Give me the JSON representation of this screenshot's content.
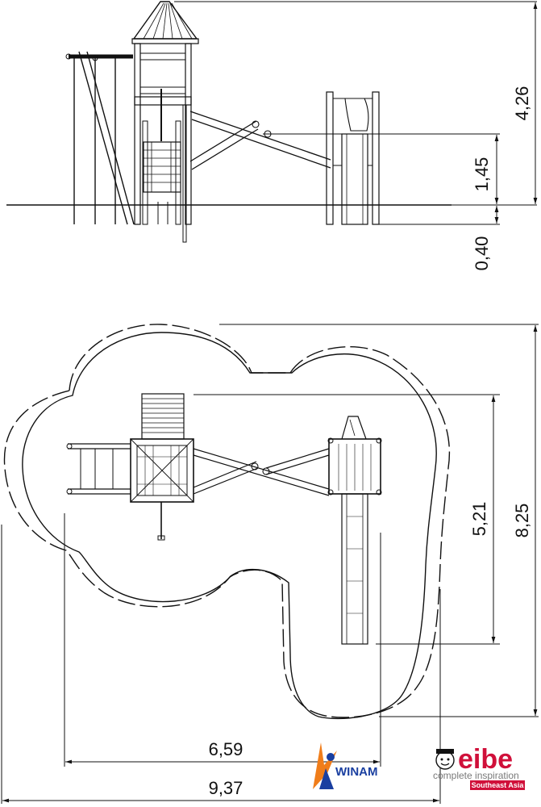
{
  "elevation": {
    "dims": {
      "total_height": "4,26",
      "platform_height": "1,45",
      "foundation_depth": "0,40"
    }
  },
  "plan": {
    "dims": {
      "depth_inner": "5,21",
      "depth_outer": "8,25",
      "width_inner": "6,59",
      "width_outer": "9,37"
    }
  },
  "logos": {
    "winam": {
      "text": "WINAM",
      "color": "#1a3fa0",
      "accent": "#f07d1a"
    },
    "eibe": {
      "brand": "eibe",
      "tagline": "complete inspiration",
      "region": "Southeast Asia",
      "brand_color": "#d0103a",
      "tagline_color": "#7a7a7a"
    }
  }
}
